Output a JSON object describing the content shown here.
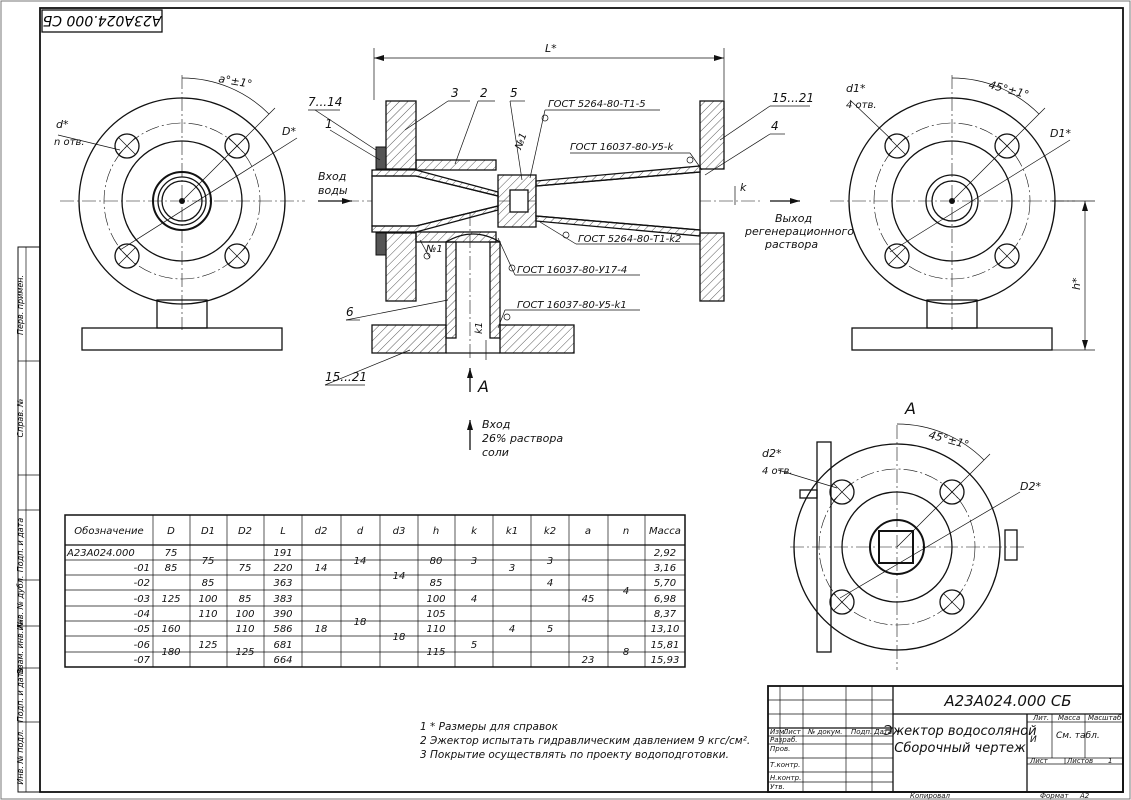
{
  "stamp_top": "A23A024.000 СБ",
  "side_strip": [
    "Перв. примен.",
    "Справ. №",
    "Подп. и дата",
    "Инв. № дубл.",
    "Взам. инв. №",
    "Подп. и дата",
    "Инв. № подл."
  ],
  "left_view": {
    "angle": "a°±1°",
    "d": "d*",
    "holes": "n отв.",
    "D": "D*"
  },
  "section": {
    "L": "L*",
    "callouts": [
      "7...14",
      "1",
      "3",
      "2",
      "5",
      "15...21",
      "4",
      "6",
      "15...21"
    ],
    "inlet_water": [
      "Вход",
      "воды"
    ],
    "outlet": [
      "Выход",
      "регенерационного",
      "раствора"
    ],
    "inlet_salt": [
      "Вход",
      "26% раствора",
      "соли"
    ],
    "welds": [
      "ГОСТ 5264-80-Т1-",
      "5",
      "ГОСТ 16037-80-У5-",
      "k",
      "ГОСТ 5264-80-Т1-",
      "k2",
      "ГОСТ 16037-80-У17-",
      "4",
      "ГОСТ 16037-80-У5-",
      "k1"
    ],
    "no1": "№1",
    "k": "k",
    "k1": "k1",
    "view_arrow": "A"
  },
  "right_view": {
    "d1": "d1*",
    "holes": "4 отв.",
    "angle": "45°±1°",
    "D1": "D1*",
    "h": "h*"
  },
  "view_a": {
    "title": "A",
    "d2": "d2*",
    "holes": "4 отв.",
    "angle": "45°±1°",
    "D2": "D2*"
  },
  "table": {
    "headers": [
      "Обозначение",
      "D",
      "D1",
      "D2",
      "L",
      "d2",
      "d",
      "d3",
      "h",
      "k",
      "k1",
      "k2",
      "a",
      "n",
      "Масса"
    ],
    "designations": [
      "A23A024.000",
      "-01",
      "-02",
      "-03",
      "-04",
      "-05",
      "-06",
      "-07"
    ],
    "D": [
      "75",
      "85",
      "125",
      "160",
      "180"
    ],
    "D1": [
      "75",
      "85",
      "100",
      "110",
      "125"
    ],
    "D2": [
      "75",
      "85",
      "100",
      "110",
      "125"
    ],
    "L": [
      "191",
      "220",
      "363",
      "383",
      "390",
      "586",
      "681",
      "664"
    ],
    "d2": [
      "14",
      "18"
    ],
    "d": [
      "14",
      "18"
    ],
    "d3": [
      "14",
      "18"
    ],
    "h": [
      "80",
      "85",
      "100",
      "105",
      "110",
      "115"
    ],
    "k": [
      "3",
      "4",
      "5"
    ],
    "k1": [
      "3",
      "4"
    ],
    "k2": [
      "3",
      "4",
      "5"
    ],
    "a": [
      "45",
      "23"
    ],
    "n": [
      "4",
      "8"
    ],
    "mass": [
      "2,92",
      "3,16",
      "5,70",
      "6,98",
      "8,37",
      "13,10",
      "15,81",
      "15,93"
    ]
  },
  "notes": [
    "1 * Размеры для справок",
    "2 Эжектор испытать гидравлическим давлением 9 кгс/см².",
    "3 Покрытие осуществлять по проекту водоподготовки."
  ],
  "title_block": {
    "designation": "A23A024.000 СБ",
    "name_line1": "Эжектор водосоляной",
    "name_line2": "Сборочный чертеж",
    "col_heads": [
      "Изм.",
      "Лист",
      "№ докум.",
      "Подп.",
      "Дата"
    ],
    "rows": [
      "Разраб.",
      "Пров.",
      "Т.контр.",
      "Н.контр.",
      "Утв."
    ],
    "lit": "Лит.",
    "mass": "Масса",
    "scale": "Масштаб",
    "lit_val": "И",
    "mass_val": "См. табл.",
    "sheet": "Лист",
    "sheets": "Листов",
    "sheets_val": "1",
    "copied": "Копировал",
    "format": "Формат",
    "format_val": "A2"
  }
}
